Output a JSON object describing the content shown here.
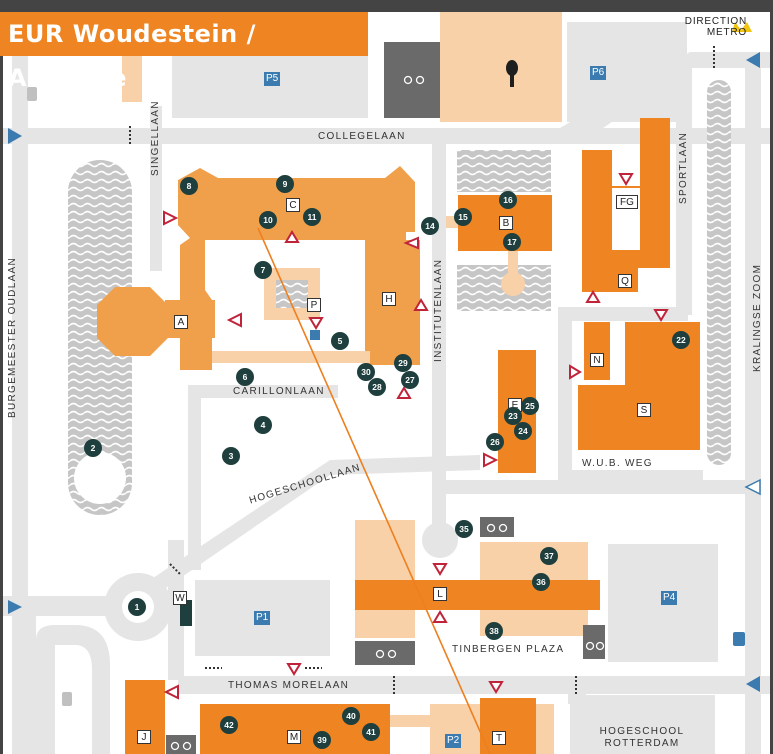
{
  "title": "EUR Woudestein / Artroute",
  "direction": {
    "line1": "DIRECTION",
    "line2": "METRO"
  },
  "streets": {
    "collegelaan": "COLLEGELAAN",
    "singellaan": "SINGELLAAN",
    "sportlaan": "SPORTLAAN",
    "burgemeester": "BURGEMEESTER OUDLAAN",
    "institutenlaan": "INSTITUTENLAAN",
    "kralingse": "KRALINGSE ZOOM",
    "carillonlaan": "CARILLONLAAN",
    "hogeschoollaan": "HOGESCHOOLLAAN",
    "wub": "W.U.B. WEG",
    "tinbergen": "TINBERGEN PLAZA",
    "thomas": "THOMAS MORELAAN"
  },
  "hogeschool": {
    "line1": "HOGESCHOOL",
    "line2": "ROTTERDAM"
  },
  "buildings": [
    "A",
    "B",
    "C",
    "E",
    "FG",
    "H",
    "J",
    "L",
    "M",
    "N",
    "P",
    "Q",
    "S",
    "T",
    "W"
  ],
  "parking": [
    "P1",
    "P2",
    "P4",
    "P5",
    "P6"
  ],
  "artworks": [
    "1",
    "2",
    "3",
    "4",
    "5",
    "6",
    "7",
    "8",
    "9",
    "10",
    "11",
    "14",
    "15",
    "16",
    "17",
    "22",
    "23",
    "24",
    "25",
    "26",
    "27",
    "28",
    "29",
    "30",
    "35",
    "36",
    "37",
    "38",
    "39",
    "40",
    "41",
    "42"
  ],
  "colors": {
    "orange": "#ee8422",
    "light_orange": "#f8d1a9",
    "road": "#e5e5e5",
    "water": "#c6c6c6",
    "dark_grey": "#6a6a6a",
    "parking_blue": "#3b7bb0",
    "marker": "#1e3f3d",
    "route": "#ee7f1f",
    "triangle": "#c0243a"
  }
}
